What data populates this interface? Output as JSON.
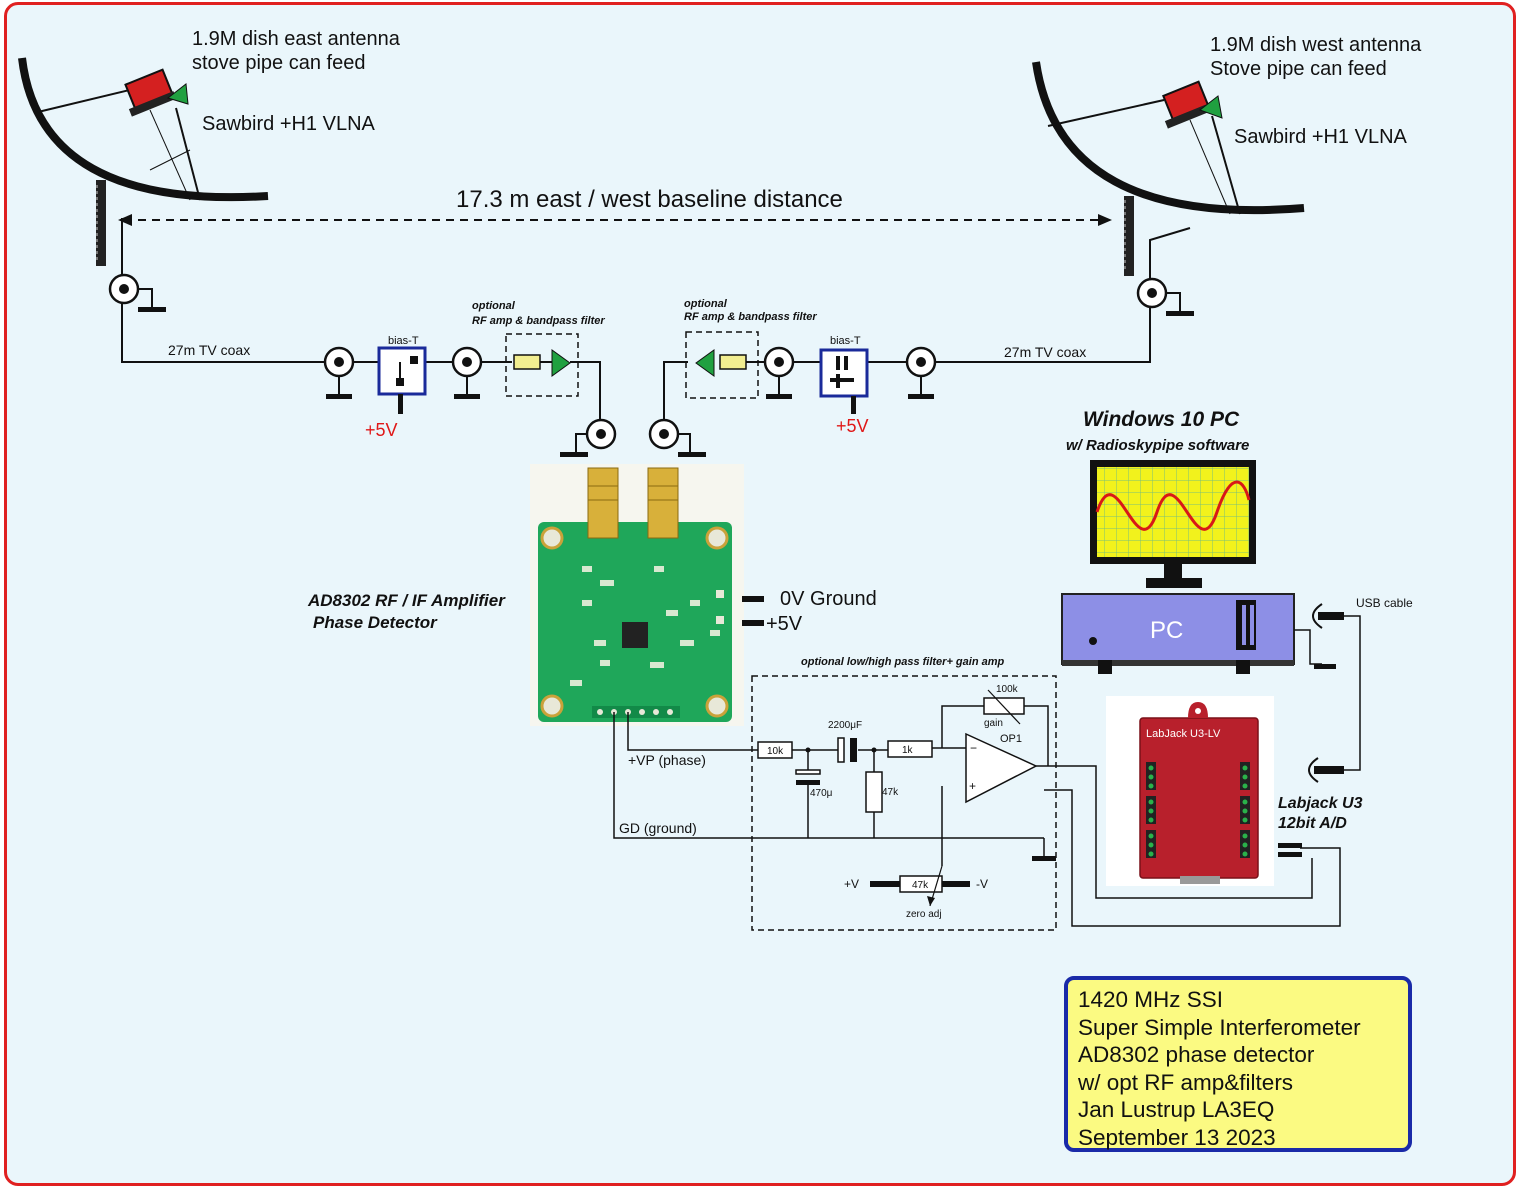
{
  "east_antenna": {
    "title_line1": "1.9M dish east  antenna",
    "title_line2": "stove pipe can feed",
    "lna": "Sawbird +H1 VLNA"
  },
  "west_antenna": {
    "title_line1": "1.9M dish west antenna",
    "title_line2": "Stove pipe can feed",
    "lna": "Sawbird +H1 VLNA"
  },
  "baseline": "17.3 m east / west  baseline distance",
  "east_chain": {
    "coax": "27m TV coax",
    "bias_t": "bias-T",
    "supply": "+5V",
    "filter_line1": "optional",
    "filter_line2": "RF amp & bandpass filter"
  },
  "west_chain": {
    "coax": "27m TV coax",
    "bias_t": "bias-T",
    "supply": "+5V",
    "filter_line1": "optional",
    "filter_line2": "RF amp & bandpass filter"
  },
  "detector": {
    "name_line1": "AD8302 RF / IF Amplifier",
    "name_line2": "Phase Detector",
    "ground": "0V Ground",
    "supply": "+5V",
    "vp": "+VP (phase)",
    "gd": "GD (ground)"
  },
  "pc": {
    "title": "Windows 10 PC",
    "subtitle": "w/ Radioskypipe software",
    "label": "PC",
    "usb": "USB cable"
  },
  "filter_amp": {
    "title": "optional low/high pass filter+ gain amp",
    "r1": "10k",
    "c1": "2200μF",
    "r2": "1k",
    "c2": "470μ",
    "r3": "47k",
    "rgain": "100k",
    "gain": "gain",
    "op": "OP1",
    "pot": "47k",
    "vplus": "+V",
    "vminus": "-V",
    "zero": "zero adj"
  },
  "labjack": {
    "brand": "LabJack U3-LV",
    "title_line1": "Labjack U3",
    "title_line2": "12bit A/D"
  },
  "info": {
    "line1": "1420 MHz SSI",
    "line2": "Super Simple Interferometer",
    "line3": "AD8302 phase detector",
    "line4": "w/ opt RF amp&filters",
    "line5": "Jan Lustrup LA3EQ",
    "line6": "September 13  2023"
  },
  "colors": {
    "border": "#e02020",
    "background": "#eaf6fb",
    "info_fill": "#fbfa82",
    "info_border": "#1a2aa8",
    "pcb": "#1fa75a",
    "pc_case": "#8d8fe6",
    "screen": "#f2f21c",
    "sine": "#d81818",
    "labjack": "#b8202c"
  }
}
